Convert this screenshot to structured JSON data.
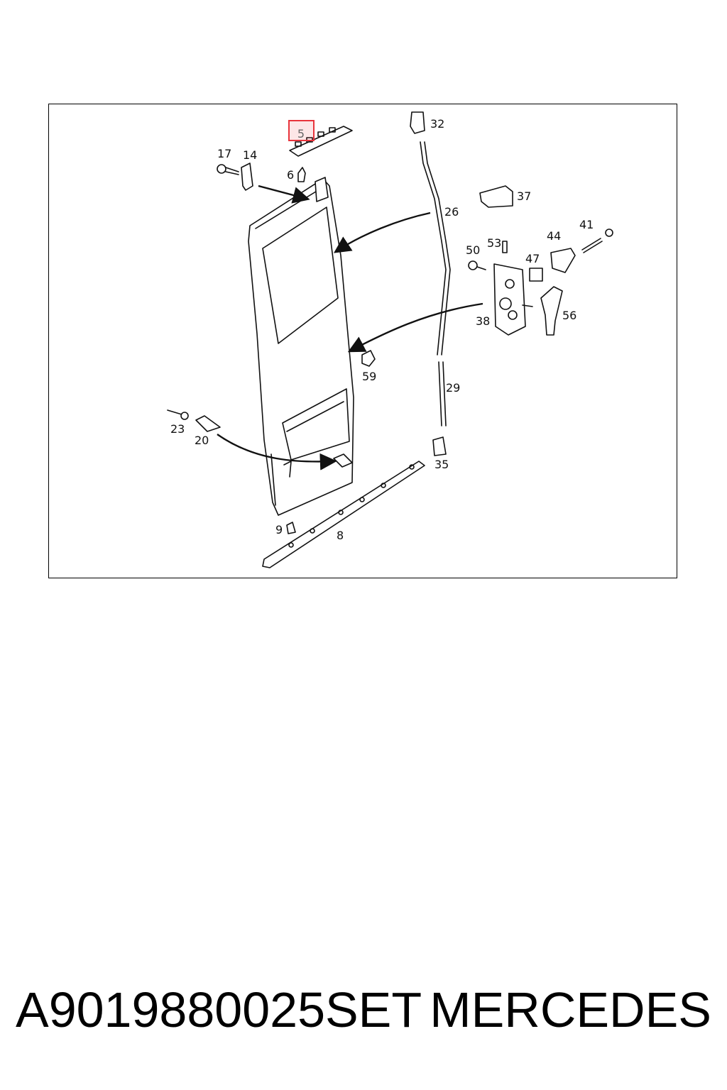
{
  "diagram": {
    "highlighted_callout": "5",
    "callouts": {
      "c5": "5",
      "c6": "6",
      "c8": "8",
      "c9": "9",
      "c14": "14",
      "c17": "17",
      "c20": "20",
      "c23": "23",
      "c26": "26",
      "c29": "29",
      "c32": "32",
      "c35": "35",
      "c37": "37",
      "c38": "38",
      "c41": "41",
      "c44": "44",
      "c47": "47",
      "c50": "50",
      "c53": "53",
      "c56": "56",
      "c59": "59"
    },
    "highlight_color": "#e8343c"
  },
  "footer": {
    "part_number": "A9019880025SET",
    "brand": "MERCEDES"
  }
}
